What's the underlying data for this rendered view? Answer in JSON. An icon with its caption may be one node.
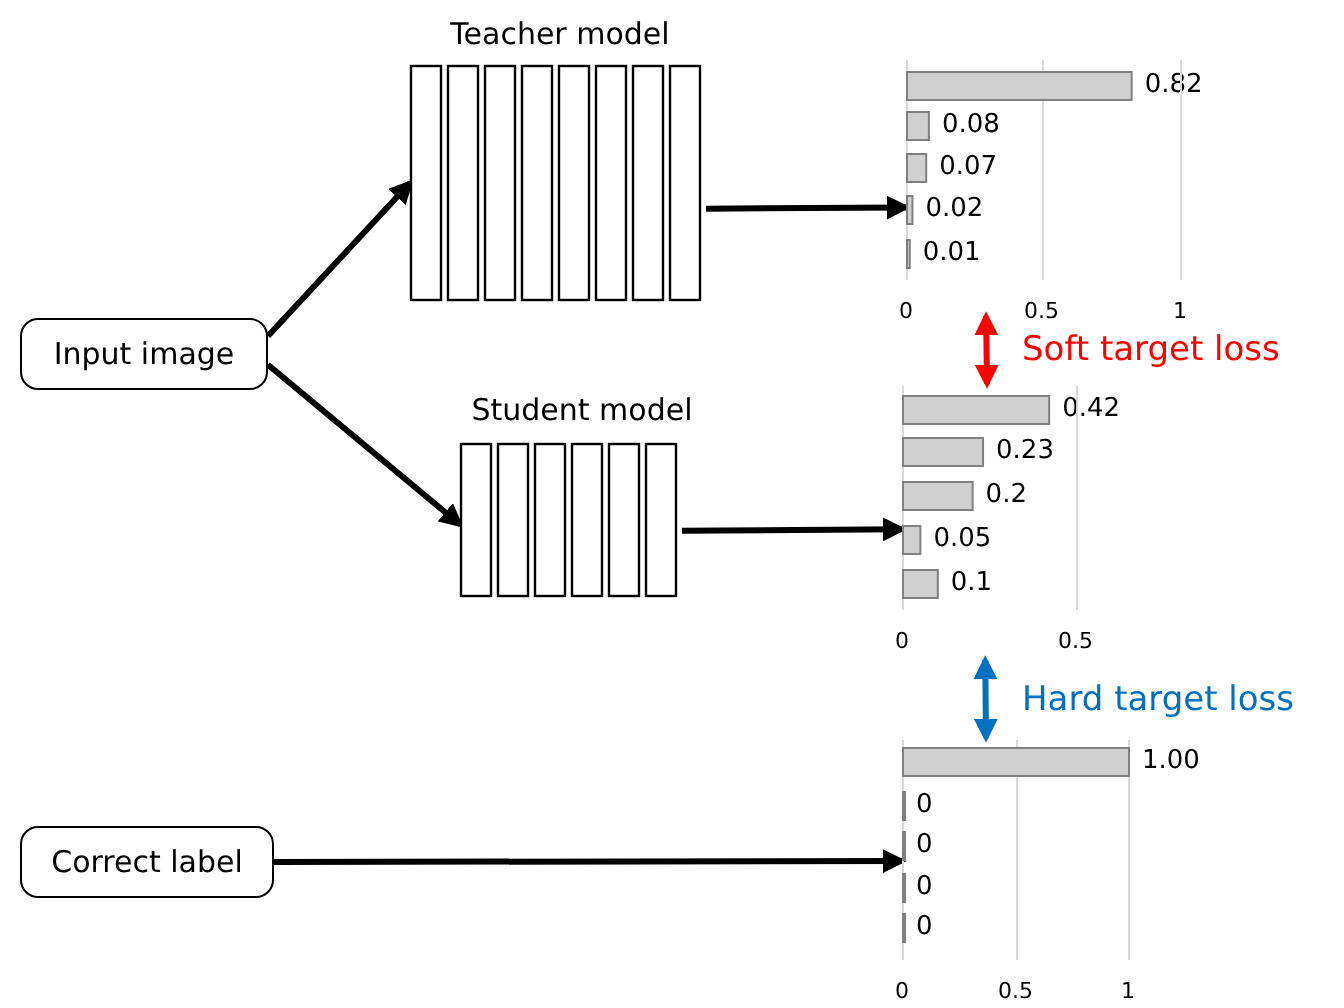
{
  "diagram": {
    "nodes": [
      {
        "text": [
          "Input image"
        ]
      },
      {
        "text": [
          "Teacher model"
        ]
      },
      {
        "text": [
          "Student model"
        ]
      },
      {
        "text": [
          "Correct label"
        ]
      },
      {
        "text": [],
        "shape": "chart"
      },
      {
        "text": [],
        "shape": "chart"
      },
      {
        "text": [],
        "shape": "chart"
      }
    ],
    "edges": [
      {
        "from": 0,
        "to": 1,
        "arrow": "to"
      },
      {
        "from": 0,
        "to": 2,
        "arrow": "to"
      },
      {
        "from": 1,
        "to": 4,
        "arrow": "to"
      },
      {
        "from": 2,
        "to": 5,
        "arrow": "to"
      },
      {
        "from": 3,
        "to": 6,
        "arrow": "to"
      },
      {
        "from": 4,
        "to": 5,
        "arrow": "both",
        "label": "Soft target loss",
        "color": "#ff0000"
      },
      {
        "from": 5,
        "to": 6,
        "arrow": "both",
        "label": "Hard target loss",
        "color": "#0070c0"
      }
    ],
    "labels": [
      "0.82",
      "0.08",
      "0.07",
      "0.02",
      "0.01",
      "0",
      "0.5",
      "1",
      "0.42",
      "0.23",
      "0.2",
      "0.05",
      "0.1",
      "0",
      "0.5",
      "1.00",
      "0",
      "0",
      "0",
      "0",
      "0",
      "0.5",
      "1"
    ]
  }
}
